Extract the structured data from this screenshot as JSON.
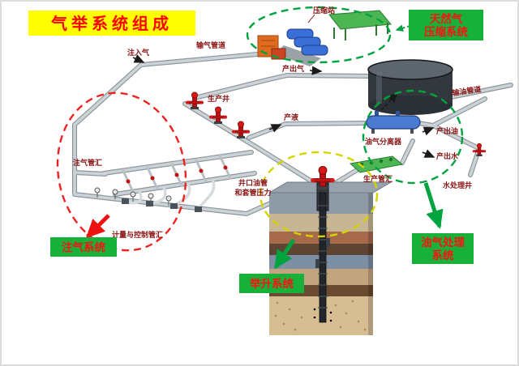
{
  "title": "气举系统组成",
  "systems": {
    "compression": {
      "line1": "天然气",
      "line2": "压缩系统"
    },
    "injection": {
      "label": "注气系统"
    },
    "lifting": {
      "label": "举升系统"
    },
    "processing": {
      "line1": "油气处理",
      "line2": "系统"
    }
  },
  "labels": {
    "compressor_station": "压缩站",
    "gas_pipeline": "输气管道",
    "injection_gas": "注入气",
    "produced_gas": "产出气",
    "production_well": "生产井",
    "produced_liquid": "产液",
    "oil_gas_separator": "油气分离器",
    "produced_oil": "产出油",
    "oil_pipeline": "输油管道",
    "produced_water": "产出水",
    "injection_manifold": "注气管汇",
    "wellhead_line1": "井口油管",
    "wellhead_line2": "和套管压力",
    "production_manifold": "生产管汇",
    "water_treatment_well": "水处理井",
    "metering_control_manifold": "计量与控制管汇"
  },
  "colors": {
    "title_bg": "#ffff00",
    "title_text": "#ff0000",
    "system_bg": "#17b13a",
    "system_text": "#ff1111",
    "label_text": "#8b1515",
    "ellipse_green": "#00a33e",
    "ellipse_red": "#ee2222",
    "ellipse_yellow": "#d6d300"
  }
}
